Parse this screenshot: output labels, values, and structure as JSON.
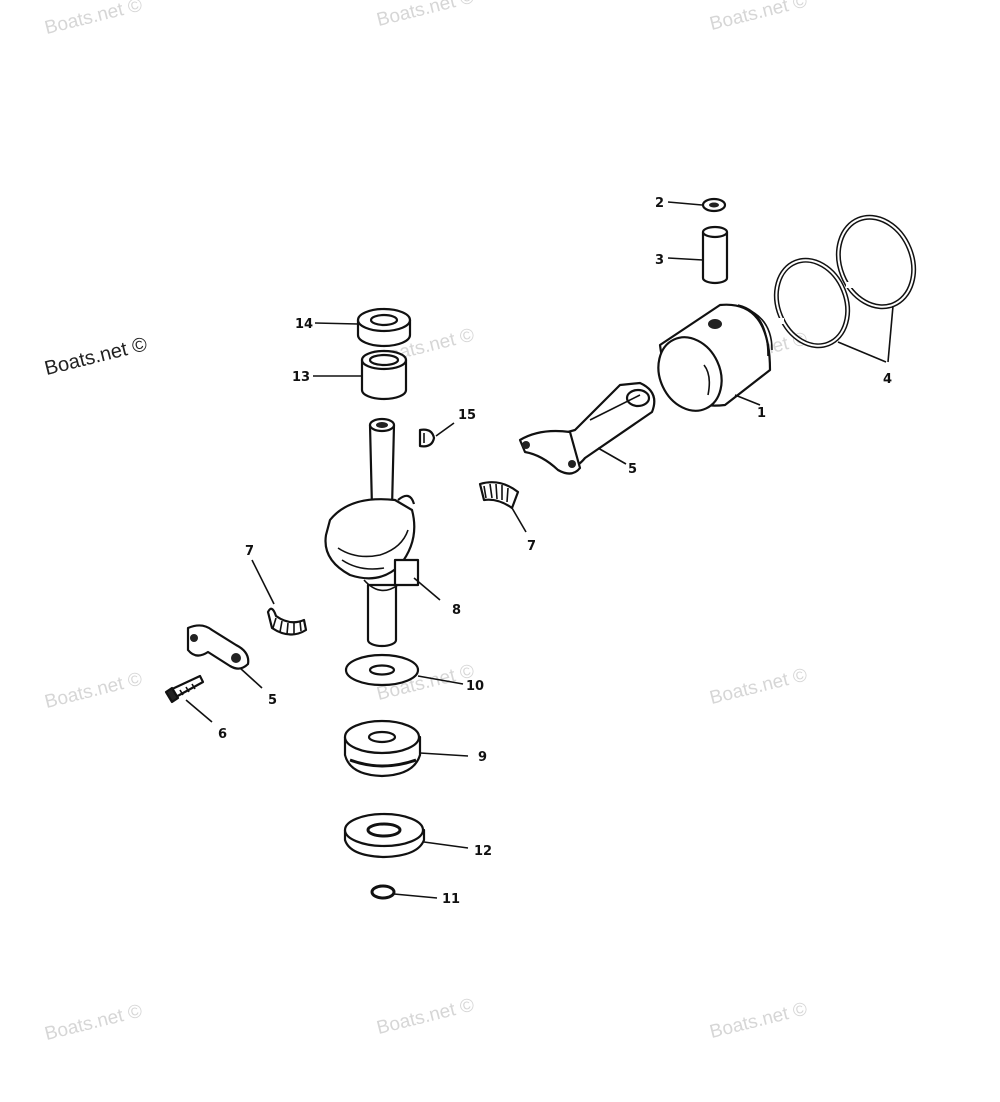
{
  "watermark_text": "Boats.net ©",
  "callouts": {
    "c1": "1",
    "c2": "2",
    "c3": "3",
    "c4": "4",
    "c5a": "5",
    "c5b": "5",
    "c6": "6",
    "c7a": "7",
    "c7b": "7",
    "c8": "8",
    "c9": "9",
    "c10": "10",
    "c11": "11",
    "c12": "12",
    "c13": "13",
    "c14": "14",
    "c15": "15"
  },
  "colors": {
    "line": "#111111",
    "watermark": "#d6d6d6",
    "background": "#ffffff"
  }
}
